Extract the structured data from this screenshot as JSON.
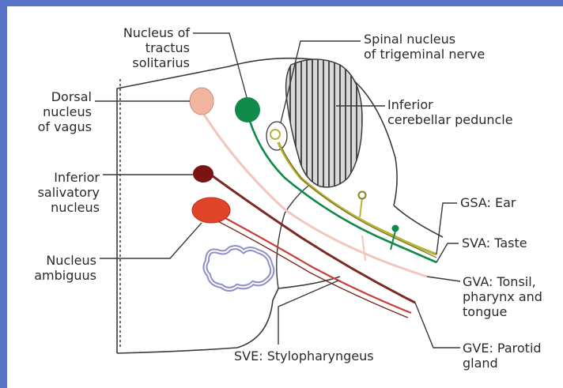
{
  "labels": {
    "nucleus_tractus_solitarius": "Nucleus of\ntractus solitarius",
    "spinal_nucleus_trigeminal": "Spinal nucleus\nof trigeminal nerve",
    "dorsal_nucleus_vagus": "Dorsal\nnucleus\nof vagus",
    "inferior_cerebellar_peduncle": "Inferior\ncerebellar peduncle",
    "inferior_salivatory_nucleus": "Inferior\nsalivatory\nnucleus",
    "nucleus_ambiguus": "Nucleus\nambiguus",
    "gsa_ear": "GSA: Ear",
    "sva_taste": "SVA: Taste",
    "gva_tonsil": "GVA: Tonsil,\npharynx and\ntongue",
    "gve_parotid": "GVE: Parotid\ngland",
    "sve_stylopharyngeus": "SVE: Stylopharyngeus"
  },
  "colors": {
    "frame": "#5a73c6",
    "outline": "#3a3a3a",
    "nucleus_tractus_solitarius": "#0f8a4a",
    "dorsal_nucleus_vagus": "#f1b5a0",
    "inferior_salivatory_nucleus": "#7a1414",
    "nucleus_ambiguus": "#e0452a",
    "trigeminal_fibers": "#b8b23a",
    "gva_fiber": "#f2c6bd",
    "gve_fiber": "#7a2a22",
    "sve_fiber": "#c8403a",
    "olive": "#8f8fc8"
  }
}
